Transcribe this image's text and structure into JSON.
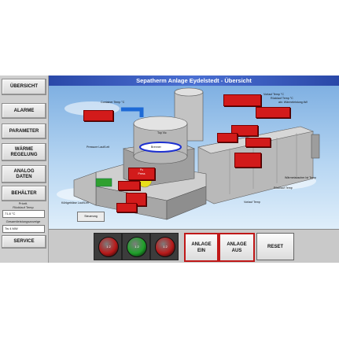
{
  "title": "Sepatherm Anlage Eydelstedt - Übersicht",
  "sidebar": {
    "items": [
      "ÜBERSICHT",
      "ALARME",
      "PARAMETER",
      "WÄRME REGELUNG",
      "ANALOG DATEN",
      "BEHÄLTER"
    ],
    "panel1_label": "Priorit.\nRücklauf Temp",
    "panel1_value": "71.8 °C",
    "panel2_label": "Gesamtleistungsanzeige",
    "panel2_value": "Tw 4 MW",
    "service": "SERVICE"
  },
  "process": {
    "labels": {
      "container_temp": "Container Temp °C",
      "vorlauf_top": "Vorlauf Temp °C",
      "ruecklauf_top": "Rücklauf Temp °C",
      "waermeleistung": "akt. Wärmeleistung kW",
      "pressure": "Pressure Lauf/Leit",
      "cool": "Kühlgebläse Lauf/Leit",
      "wärmetauscher": "Wärmetauscher Ist Temp",
      "ruecklauf_right": "Rücklauf Temp",
      "vorlauf_bottom": "Vorlauf Temp",
      "reactor": "Top Vic",
      "ofen": "Brenner",
      "fuel": "Pu\nPress"
    },
    "grey_box": "Steuerung"
  },
  "controls": {
    "anlage_ein": "ANLAGE\nEIN",
    "anlage_aus": "ANLAGE\nAUS",
    "reset": "RESET",
    "lamps": [
      {
        "color": "#b81a1a",
        "text": "1 2"
      },
      {
        "color": "#1fa02a",
        "text": "1 2"
      },
      {
        "color": "#b81a1a",
        "text": "1 2"
      }
    ]
  }
}
